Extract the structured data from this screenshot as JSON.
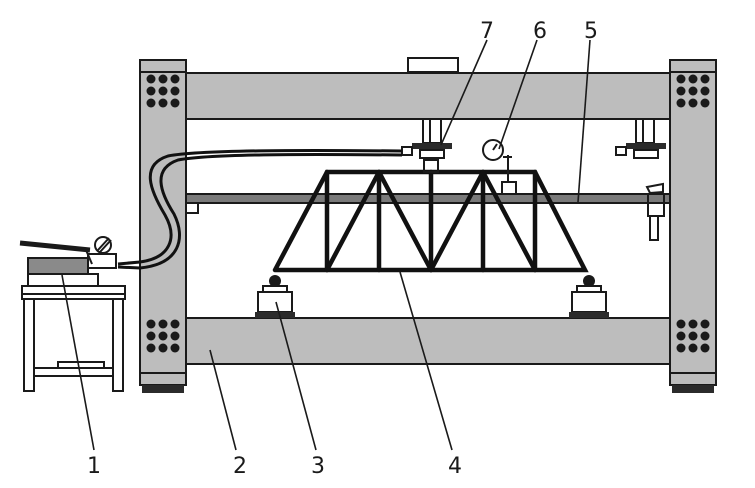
{
  "callouts": [
    {
      "id": "1",
      "label": "1"
    },
    {
      "id": "2",
      "label": "2"
    },
    {
      "id": "3",
      "label": "3"
    },
    {
      "id": "4",
      "label": "4"
    },
    {
      "id": "5",
      "label": "5"
    },
    {
      "id": "6",
      "label": "6"
    },
    {
      "id": "7",
      "label": "7"
    }
  ],
  "colors": {
    "frame_fill": "#bdbdbd",
    "outline": "#1a1a1a",
    "dark": "#2b2b2b"
  }
}
